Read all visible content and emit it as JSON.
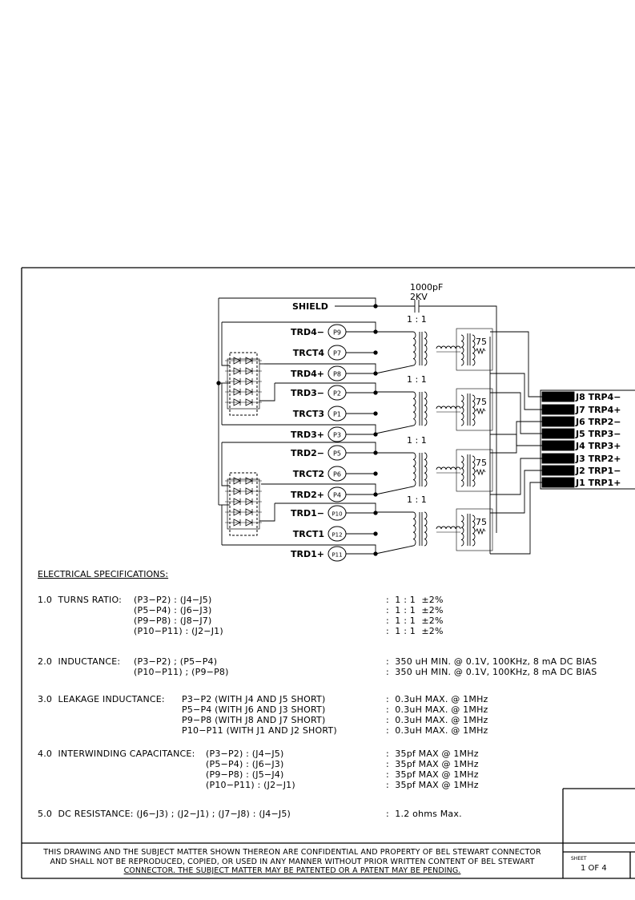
{
  "schematic": {
    "cap_value": "1000pF",
    "cap_voltage": "2KV",
    "shield_label": "SHIELD",
    "ratio_labels": [
      "1 : 1",
      "1 : 1",
      "1 : 1",
      "1 : 1"
    ],
    "resistor_labels": [
      "75",
      "75",
      "75",
      "75"
    ],
    "left_pins": [
      {
        "label": "TRD4−",
        "pin": "P9"
      },
      {
        "label": "TRCT4",
        "pin": "P7"
      },
      {
        "label": "TRD4+",
        "pin": "P8"
      },
      {
        "label": "TRD3−",
        "pin": "P2"
      },
      {
        "label": "TRCT3",
        "pin": "P1"
      },
      {
        "label": "TRD3+",
        "pin": "P3"
      },
      {
        "label": "TRD2−",
        "pin": "P5"
      },
      {
        "label": "TRCT2",
        "pin": "P6"
      },
      {
        "label": "TRD2+",
        "pin": "P4"
      },
      {
        "label": "TRD1−",
        "pin": "P10"
      },
      {
        "label": "TRCT1",
        "pin": "P12"
      },
      {
        "label": "TRD1+",
        "pin": "P11"
      }
    ],
    "jack_pins": [
      {
        "label": "J8 TRP4−"
      },
      {
        "label": "J7 TRP4+"
      },
      {
        "label": "J6 TRP2−"
      },
      {
        "label": "J5 TRP3−"
      },
      {
        "label": "J4 TRP3+"
      },
      {
        "label": "J3 TRP2+"
      },
      {
        "label": "J2 TRP1−"
      },
      {
        "label": "J1 TRP1+"
      }
    ]
  },
  "specs": {
    "title": "ELECTRICAL SPECIFICATIONS:",
    "turns_ratio": {
      "heading": "1.0  TURNS RATIO:",
      "rows": [
        {
          "pins": "(P3−P2) : (J4−J5)",
          "value": ":  1 : 1  ±2%"
        },
        {
          "pins": "(P5−P4) : (J6−J3)",
          "value": ":  1 : 1  ±2%"
        },
        {
          "pins": "(P9−P8) : (J8−J7)",
          "value": ":  1 : 1  ±2%"
        },
        {
          "pins": "(P10−P11) : (J2−J1)",
          "value": ":  1 : 1  ±2%"
        }
      ]
    },
    "inductance": {
      "heading": "2.0  INDUCTANCE:",
      "rows": [
        {
          "pins": "(P3−P2) ; (P5−P4)",
          "value": ":  350 uH MIN. @ 0.1V, 100KHz, 8 mA DC BIAS"
        },
        {
          "pins": "(P10−P11) ; (P9−P8)",
          "value": ":  350 uH MIN. @ 0.1V, 100KHz, 8 mA DC BIAS"
        }
      ]
    },
    "leakage": {
      "heading": "3.0  LEAKAGE INDUCTANCE:",
      "rows": [
        {
          "pins": "P3−P2 (WITH J4 AND J5 SHORT)",
          "value": ":  0.3uH MAX. @ 1MHz"
        },
        {
          "pins": "P5−P4 (WITH J6 AND J3 SHORT)",
          "value": ":  0.3uH MAX. @ 1MHz"
        },
        {
          "pins": "P9−P8 (WITH J8 AND J7 SHORT)",
          "value": ":  0.3uH MAX. @ 1MHz"
        },
        {
          "pins": "P10−P11 (WITH J1 AND J2 SHORT)",
          "value": ":  0.3uH MAX. @ 1MHz"
        }
      ]
    },
    "capacitance": {
      "heading": "4.0  INTERWINDING CAPACITANCE:",
      "rows": [
        {
          "pins": "(P3−P2) : (J4−J5)",
          "value": ":  35pf MAX @ 1MHz"
        },
        {
          "pins": "(P5−P4) : (J6−J3)",
          "value": ":  35pf MAX @ 1MHz"
        },
        {
          "pins": "(P9−P8) : (J5−J4)",
          "value": ":  35pf MAX @ 1MHz"
        },
        {
          "pins": "(P10−P11) : (J2−J1)",
          "value": ":  35pf MAX @ 1MHz"
        }
      ]
    },
    "resistance": {
      "heading": "5.0  DC RESISTANCE: (J6−J3) ; (J2−J1) ; (J7−J8) : (J4−J5)",
      "value": ":  1.2 ohms Max."
    }
  },
  "title_block": {
    "notice_lines": [
      "THIS DRAWING AND THE SUBJECT MATTER SHOWN THEREON ARE CONFIDENTIAL AND PROPERTY OF BEL STEWART CONNECTOR",
      "AND SHALL NOT BE REPRODUCED, COPIED, OR USED IN ANY MANNER WITHOUT PRIOR WRITTEN CONTENT OF BEL STEWART",
      "CONNECTOR.  THE SUBJECT MATTER MAY BE PATENTED OR A PATENT MAY BE PENDING."
    ],
    "sheet_label": "SHEET",
    "sheet_value": "1  OF  4"
  }
}
